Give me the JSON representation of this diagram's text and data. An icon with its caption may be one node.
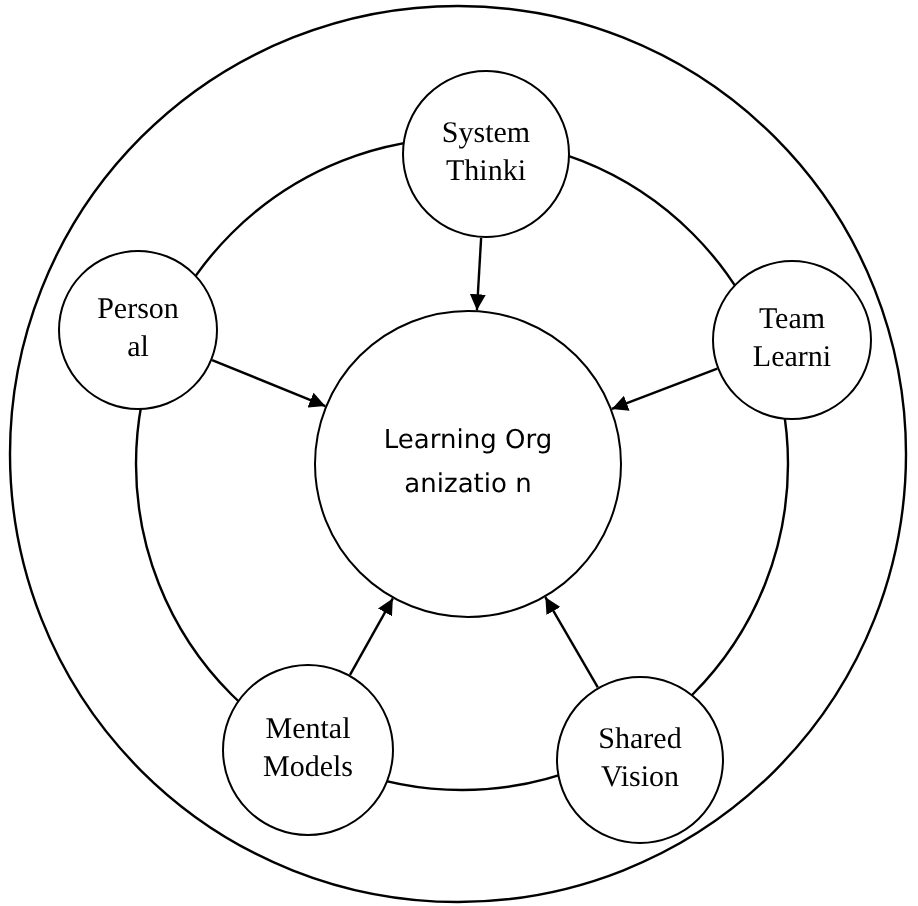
{
  "diagram": {
    "nodes": [
      {
        "text": [
          "System Thinki"
        ]
      },
      {
        "text": [
          "Person al"
        ]
      },
      {
        "text": [
          "Team Learni"
        ]
      },
      {
        "text": [
          "Learning Organizatio n"
        ]
      },
      {
        "text": [
          "Mental Models"
        ]
      },
      {
        "text": [
          "Shared Vision"
        ]
      }
    ],
    "edges": [
      {
        "from": 0,
        "to": 3,
        "arrow": "to"
      },
      {
        "from": 1,
        "to": 3,
        "arrow": "to"
      },
      {
        "from": 2,
        "to": 3,
        "arrow": "to"
      },
      {
        "from": 4,
        "to": 3,
        "arrow": "to"
      },
      {
        "from": 5,
        "to": 3,
        "arrow": "to"
      }
    ]
  }
}
